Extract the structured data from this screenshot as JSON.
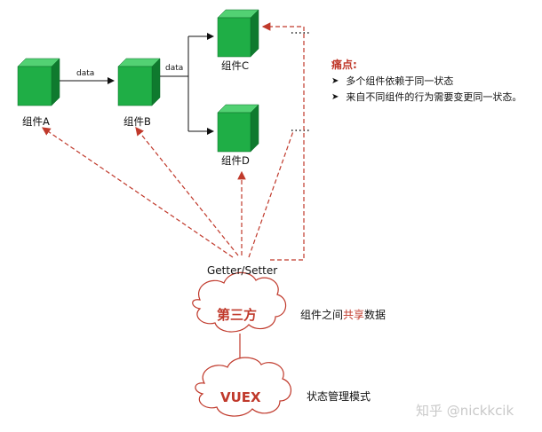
{
  "components": {
    "a": "组件A",
    "b": "组件B",
    "c": "组件C",
    "d": "组件D"
  },
  "edges": {
    "ab": "data",
    "bc": "data"
  },
  "getter_setter": "Getter/Setter",
  "pain": {
    "title": "痛点:",
    "items": [
      "多个组件依赖于同一状态",
      "来自不同组件的行为需要变更同一状态。"
    ]
  },
  "third_party": "第三方",
  "shared": {
    "prefix": "组件之间",
    "highlight": "共享",
    "suffix": "数据"
  },
  "vuex": "VUEX",
  "vuex_note": "状态管理模式",
  "watermark": "知乎 @nickkcik",
  "colors": {
    "cube_front": "#1fae46",
    "cube_top": "#52d173",
    "cube_side": "#0f7a2e",
    "dashed_red": "#c0392b",
    "cloud_stroke": "#c0392b"
  }
}
